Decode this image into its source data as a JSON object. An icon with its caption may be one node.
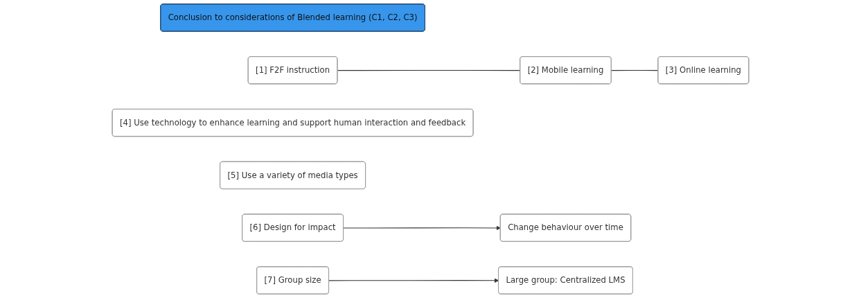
{
  "diagram": {
    "nodes": [
      {
        "text": [
          "Conclusion to considerations of Blended learning (C1, C2, C3)"
        ]
      },
      {
        "text": [
          "[1] F2F instruction"
        ]
      },
      {
        "text": [
          "[2] Mobile learning"
        ]
      },
      {
        "text": [
          "[3] Online learning"
        ]
      },
      {
        "text": [
          "[4] Use technology to enhance learning and support human interaction and feedback"
        ]
      },
      {
        "text": [
          "[5] Use a variety of media types"
        ]
      },
      {
        "text": [
          "[6] Design for impact"
        ]
      },
      {
        "text": [
          "Change behaviour over time"
        ]
      },
      {
        "text": [
          "[7] Group size"
        ]
      },
      {
        "text": [
          "Large group: Centralized LMS"
        ]
      }
    ],
    "edges": [
      {
        "from": 1,
        "to": 2,
        "arrow": "none"
      },
      {
        "from": 2,
        "to": 3,
        "arrow": "none"
      },
      {
        "from": 6,
        "to": 7,
        "arrow": "to"
      },
      {
        "from": 8,
        "to": 9,
        "arrow": "to"
      }
    ]
  }
}
